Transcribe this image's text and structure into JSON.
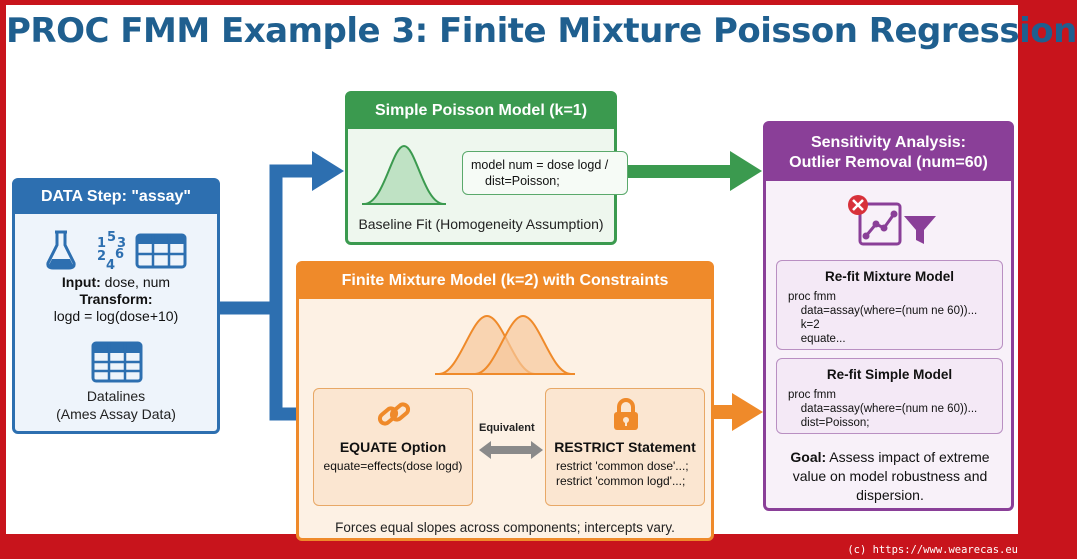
{
  "title": "PROC FMM Example 3: Finite Mixture Poisson Regression",
  "data_step": {
    "header": "DATA Step: \"assay\"",
    "input_label": "Input:",
    "input_value": " dose, num",
    "transform_label": "Transform:",
    "transform_value": "logd = log(dose+10)",
    "datalines_1": "Datalines",
    "datalines_2": "(Ames Assay Data)"
  },
  "simple_model": {
    "header": "Simple Poisson Model (k=1)",
    "code_line1": "model num = dose logd /",
    "code_line2": "dist=Poisson;",
    "caption": "Baseline Fit (Homogeneity Assumption)"
  },
  "mixture_model": {
    "header": "Finite Mixture Model (k=2) with Constraints",
    "equate_title": "EQUATE Option",
    "equate_code": "equate=effects(dose logd)",
    "equivalent_label": "Equivalent",
    "restrict_title": "RESTRICT Statement",
    "restrict_code1": "restrict 'common dose'...;",
    "restrict_code2": "restrict 'common logd'...;",
    "caption": "Forces equal slopes across components; intercepts vary."
  },
  "sensitivity": {
    "header_line1": "Sensitivity Analysis:",
    "header_line2": "Outlier Removal (num=60)",
    "refit_mixture_title": "Re-fit Mixture Model",
    "refit_mixture_code": "proc fmm\n    data=assay(where=(num ne 60))...\n    k=2\n    equate...",
    "refit_simple_title": "Re-fit Simple Model",
    "refit_simple_code": "proc fmm\n    data=assay(where=(num ne 60))...\n    dist=Poisson;",
    "goal_label": "Goal:",
    "goal_text": " Assess impact of extreme value on model robustness and dispersion."
  },
  "footer": "(c) https://www.wearecas.eu",
  "icons": [
    "flask-icon",
    "numbers-icon",
    "table-icon",
    "bell-curve-icon",
    "mixture-curves-icon",
    "link-icon",
    "lock-icon",
    "double-arrow-icon",
    "remove-outlier-icon",
    "filter-icon"
  ],
  "colors": {
    "frame": "#c8141c",
    "title": "#1f5f8f",
    "data_blue": "#2d6fb0",
    "simple_green": "#3b9a4f",
    "mixture_orange": "#ef8a2a",
    "sensitivity_purple": "#8a3f98"
  }
}
